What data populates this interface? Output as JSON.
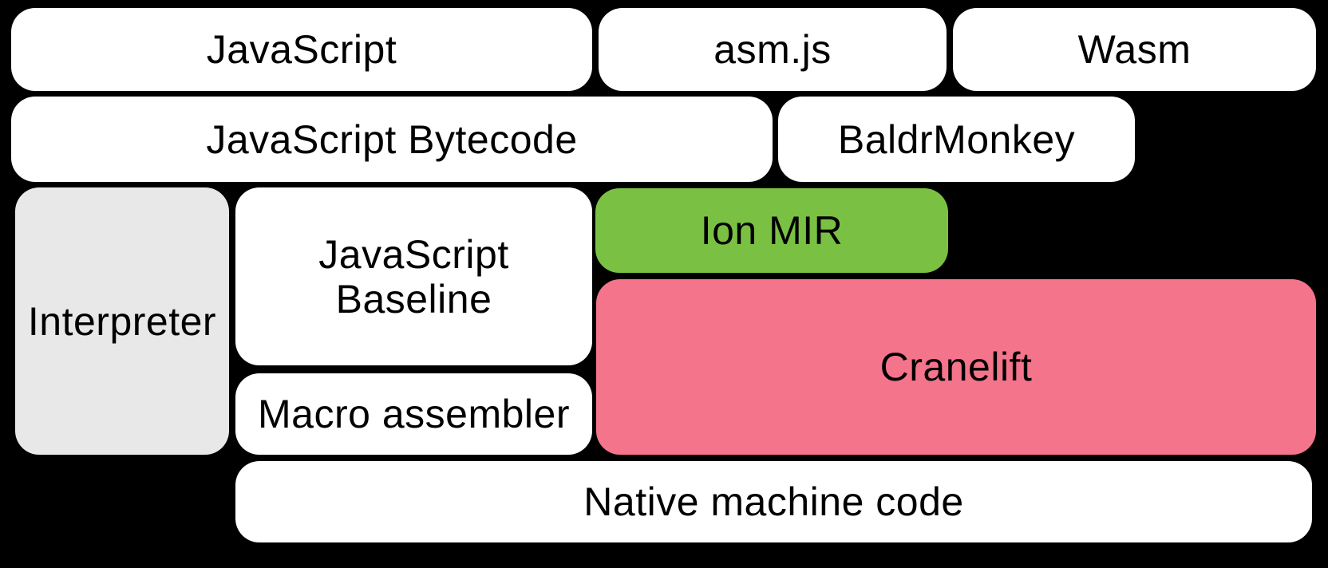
{
  "diagram": {
    "background_color": "#000000",
    "text_color": "#000000",
    "colors": {
      "box_white": "#FFFFFF",
      "interpreter_gray": "#E8E8E8",
      "ion_mir_green": "#7AC143",
      "cranelift_pink": "#F4748B"
    },
    "boxes": [
      {
        "id": "javascript",
        "label": "JavaScript"
      },
      {
        "id": "asmjs",
        "label": "asm.js"
      },
      {
        "id": "wasm",
        "label": "Wasm"
      },
      {
        "id": "js-bytecode",
        "label": "JavaScript Bytecode"
      },
      {
        "id": "baldrmonkey",
        "label": "BaldrMonkey"
      },
      {
        "id": "interpreter",
        "label": "Interpreter"
      },
      {
        "id": "js-baseline",
        "label": "JavaScript Baseline"
      },
      {
        "id": "ion-mir",
        "label": "Ion MIR"
      },
      {
        "id": "cranelift",
        "label": "Cranelift"
      },
      {
        "id": "macro-assembler",
        "label": "Macro assembler"
      },
      {
        "id": "native-code",
        "label": "Native machine code"
      }
    ]
  }
}
